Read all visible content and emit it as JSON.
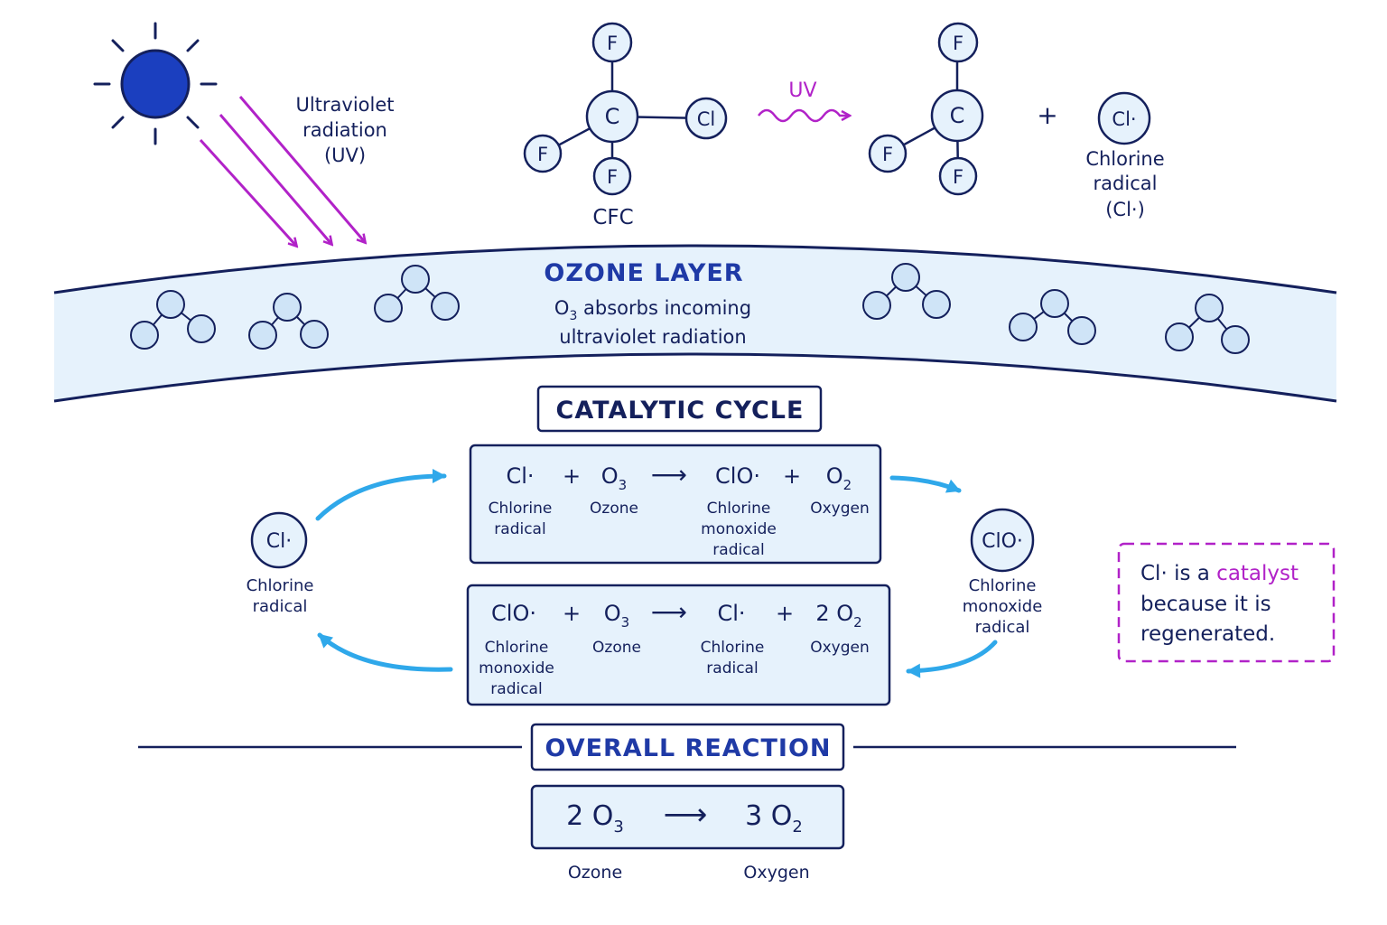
{
  "colors": {
    "navy": "#14205c",
    "royal": "#1f3aa6",
    "sun": "#1b3fbf",
    "purple": "#b122c8",
    "cyan": "#2fa8ea",
    "pale": "#e6f2fc",
    "atom": "#cfe4f7"
  },
  "uv": {
    "label_lines": [
      "Ultraviolet",
      "radiation",
      "(UV)"
    ],
    "arrow_label": "UV"
  },
  "cfc": {
    "label": "CFC",
    "atoms": {
      "center": "C",
      "f_top": "F",
      "f_left": "F",
      "f_bottom": "F",
      "cl": "Cl"
    }
  },
  "products": {
    "atoms": {
      "center": "C",
      "f_top": "F",
      "f_left": "F",
      "f_bottom": "F"
    },
    "plus": "+",
    "radical_symbol": "Cl·",
    "radical_label_lines": [
      "Chlorine",
      "radical",
      "(Cl·)"
    ]
  },
  "ozone_layer": {
    "title": "OZONE LAYER",
    "desc_line1_pre": "O",
    "desc_line1_sub": "3",
    "desc_line1_post": " absorbs incoming",
    "desc_line2": "ultraviolet radiation"
  },
  "cycle": {
    "title": "CATALYTIC CYCLE",
    "left_node": {
      "symbol": "Cl·",
      "label_lines": [
        "Chlorine",
        "radical"
      ]
    },
    "right_node": {
      "symbol": "ClO·",
      "label_lines": [
        "Chlorine",
        "monoxide",
        "radical"
      ]
    },
    "eq1": {
      "r1": "Cl·",
      "plus1": "+",
      "r2": "O",
      "r2_sub": "3",
      "arrow": "⟶",
      "p1": "ClO·",
      "plus2": "+",
      "p2": "O",
      "p2_sub": "2",
      "l_r1": [
        "Chlorine",
        "radical"
      ],
      "l_r2": [
        "Ozone"
      ],
      "l_p1": [
        "Chlorine",
        "monoxide",
        "radical"
      ],
      "l_p2": [
        "Oxygen"
      ]
    },
    "eq2": {
      "r1": "ClO·",
      "plus1": "+",
      "r2": "O",
      "r2_sub": "3",
      "arrow": "⟶",
      "p1": "Cl·",
      "plus2": "+",
      "p2": "2 O",
      "p2_sub": "2",
      "l_r1": [
        "Chlorine",
        "monoxide",
        "radical"
      ],
      "l_r2": [
        "Ozone"
      ],
      "l_p1": [
        "Chlorine",
        "radical"
      ],
      "l_p2": [
        "Oxygen"
      ]
    }
  },
  "catalyst_note": {
    "pre": "Cl· is a ",
    "highlight": "catalyst",
    "line2": "because it is",
    "line3": "regenerated."
  },
  "overall": {
    "title": "OVERALL REACTION",
    "left": "2 O",
    "left_sub": "3",
    "arrow": "⟶",
    "right": "3 O",
    "right_sub": "2",
    "left_label": "Ozone",
    "right_label": "Oxygen"
  }
}
